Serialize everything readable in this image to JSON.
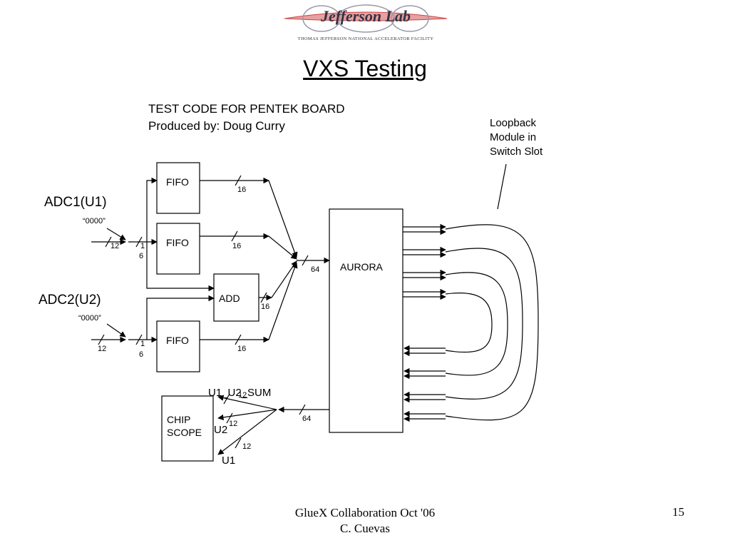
{
  "logo": {
    "name": "Jefferson Lab",
    "tagline": "Thomas Jefferson National Accelerator Facility"
  },
  "title": "VXS Testing",
  "test_code": {
    "line1": "TEST CODE FOR PENTEK BOARD",
    "line2": "Produced by: Doug Curry"
  },
  "loopback": {
    "line1": "Loopback",
    "line2": "Module in",
    "line3": "Switch Slot"
  },
  "inputs": {
    "adc1": "ADC1(U1)",
    "adc2": "ADC2(U2)",
    "const1": "“0000”",
    "const2": "“0000”"
  },
  "blocks": {
    "fifo1": "FIFO",
    "fifo2": "FIFO",
    "fifo3": "FIFO",
    "add": "ADD",
    "aurora": "AURORA",
    "chipscope_line1": "CHIP",
    "chipscope_line2": "SCOPE"
  },
  "bus_widths": {
    "adc1_in": "12",
    "adc1_mid_1": "1",
    "adc1_mid_2": "6",
    "adc2_in": "12",
    "adc2_mid_1": "1",
    "adc2_mid_2": "6",
    "fifo1_out": "16",
    "fifo2_out": "16",
    "add_out": "16",
    "fifo3_out": "16",
    "aurora_in": "64",
    "aurora_out": "64",
    "sum_out": "12",
    "u2_out": "12",
    "u1_out": "12"
  },
  "outputs": {
    "sum": "U1_U2_SUM",
    "u2": "U2",
    "u1": "U1"
  },
  "footer": {
    "line1": "GlueX Collaboration Oct '06",
    "line2": "C. Cuevas",
    "page": "15"
  }
}
